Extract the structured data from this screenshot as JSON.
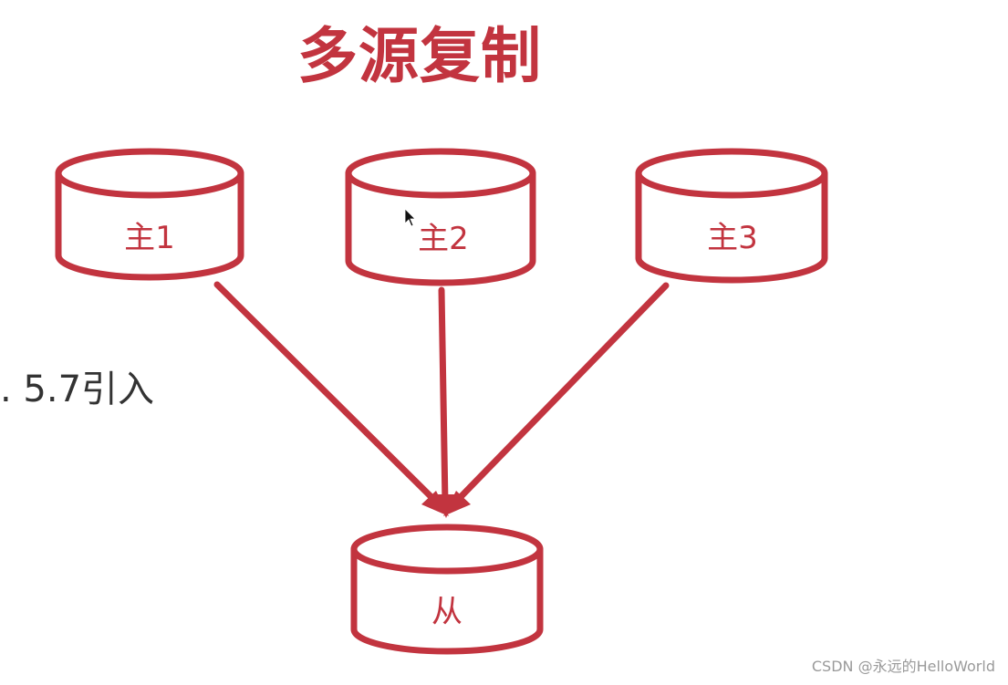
{
  "title": "多源复制",
  "side_note": ". 5.7引入",
  "watermark": "CSDN @永远的HelloWorld",
  "colors": {
    "accent": "#c2343f",
    "text": "#333333",
    "watermark": "#9a9a9a"
  },
  "nodes": {
    "master1": "主1",
    "master2": "主2",
    "master3": "主3",
    "slave": "从"
  }
}
